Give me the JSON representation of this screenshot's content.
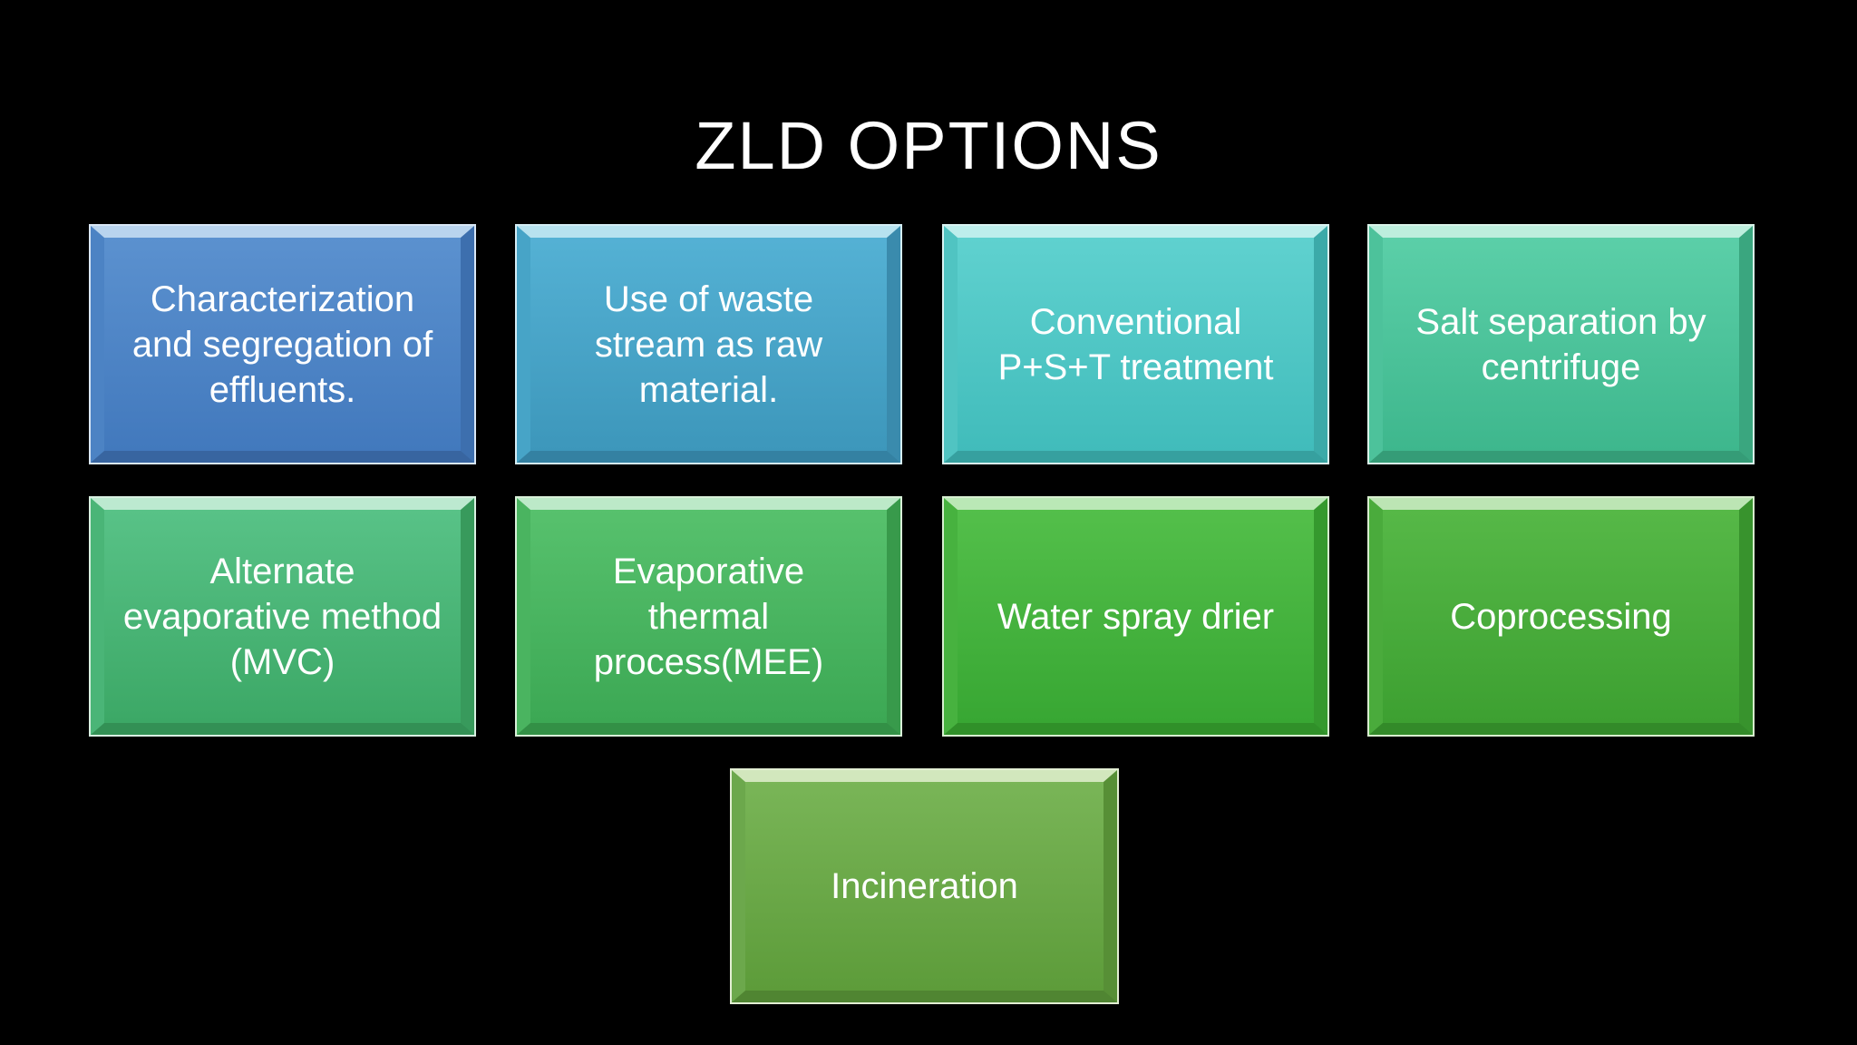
{
  "slide": {
    "title": "ZLD OPTIONS",
    "background_color": "#000000",
    "text_color": "#ffffff"
  },
  "boxes": [
    {
      "label": "Characterization and segregation of effluents.",
      "colors": {
        "fill_top": "#5b91cf",
        "fill_bottom": "#4279bd",
        "bevel_top": "#b9d4ee",
        "bevel_left": "#4c83c4",
        "bevel_right": "#3d6fae",
        "bevel_bottom": "#3865a0",
        "outer_edge": "#d9e7f6"
      }
    },
    {
      "label": "Use of waste stream as raw material.",
      "colors": {
        "fill_top": "#54b1d4",
        "fill_bottom": "#3d97bb",
        "bevel_top": "#b7e2ef",
        "bevel_left": "#47a4c7",
        "bevel_right": "#3a8bad",
        "bevel_bottom": "#3481a2",
        "outer_edge": "#d4edf5"
      }
    },
    {
      "label": "Conventional P+S+T treatment",
      "colors": {
        "fill_top": "#5fd1cf",
        "fill_bottom": "#41bcbb",
        "bevel_top": "#bdeeec",
        "bevel_left": "#50c4c2",
        "bevel_right": "#3caaa9",
        "bevel_bottom": "#36a09f",
        "outer_edge": "#d9f4f3"
      }
    },
    {
      "label": "Salt separation by centrifuge",
      "colors": {
        "fill_top": "#5bcfa8",
        "fill_bottom": "#3eb78d",
        "bevel_top": "#bdeedd",
        "bevel_left": "#4dc29b",
        "bevel_right": "#3aa67f",
        "bevel_bottom": "#359c77",
        "outer_edge": "#d9f4e9"
      }
    },
    {
      "label": "Alternate evaporative method (MVC)",
      "colors": {
        "fill_top": "#58c287",
        "fill_bottom": "#3ca866",
        "bevel_top": "#bce9d0",
        "bevel_left": "#4ab577",
        "bevel_right": "#389a5c",
        "bevel_bottom": "#339055",
        "outer_edge": "#d8f0e1"
      }
    },
    {
      "label": "Evaporative thermal process(MEE)",
      "colors": {
        "fill_top": "#57c16d",
        "fill_bottom": "#3ca854",
        "bevel_top": "#bce9c8",
        "bevel_left": "#4ab460",
        "bevel_right": "#389a4b",
        "bevel_bottom": "#339046",
        "outer_edge": "#d8f0d8"
      }
    },
    {
      "label": "Water spray drier",
      "colors": {
        "fill_top": "#53bf4a",
        "fill_bottom": "#38a733",
        "bevel_top": "#bae8b6",
        "bevel_left": "#47b23f",
        "bevel_right": "#35992e",
        "bevel_bottom": "#309029",
        "outer_edge": "#d6efd0"
      }
    },
    {
      "label": "Coprocessing",
      "colors": {
        "fill_top": "#56b847",
        "fill_bottom": "#3da031",
        "bevel_top": "#bce5b4",
        "bevel_left": "#4aab3c",
        "bevel_right": "#38932d",
        "bevel_bottom": "#338a29",
        "outer_edge": "#d7edcd"
      }
    },
    {
      "label": "Incineration",
      "colors": {
        "fill_top": "#79b557",
        "fill_bottom": "#5d9c3a",
        "bevel_top": "#d2e7bd",
        "bevel_left": "#6ca84c",
        "bevel_right": "#578f36",
        "bevel_bottom": "#508532",
        "outer_edge": "#e2eed3"
      }
    }
  ]
}
